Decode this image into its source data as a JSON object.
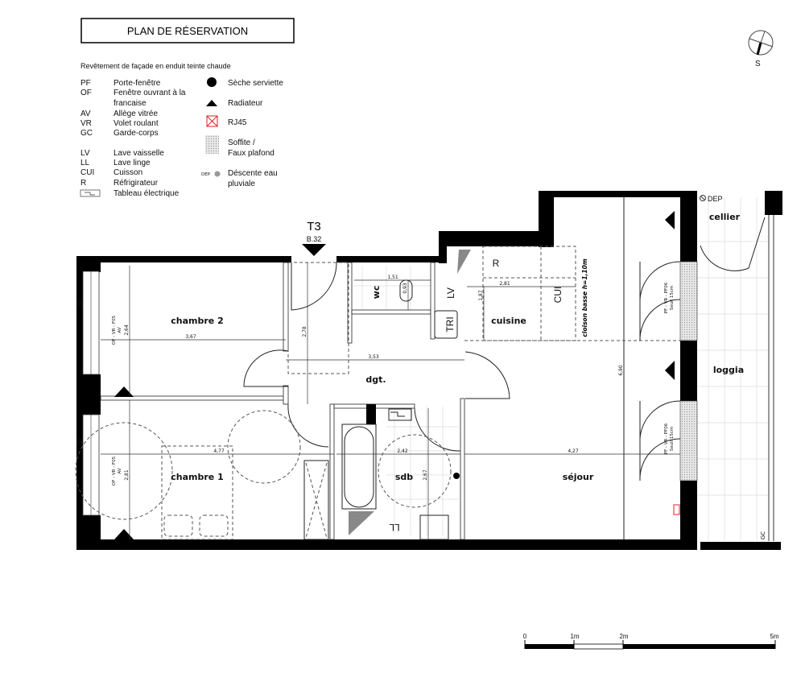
{
  "title": "PLAN DE RÉSERVATION",
  "compass": {
    "label": "S"
  },
  "legend": {
    "heading": "Revêtement de façade en enduit teinte chaude",
    "abbreviations": [
      {
        "code": "PF",
        "label": "Porte-fenêtre"
      },
      {
        "code": "OF",
        "label": "Fenêtre ouvrant à la",
        "label2": "francaise"
      },
      {
        "code": "AV",
        "label": "Allège vitrée"
      },
      {
        "code": "VR",
        "label": "Volet roulant"
      },
      {
        "code": "GC",
        "label": "Garde-corps"
      },
      {
        "code": "LV",
        "label": "Lave vaisselle"
      },
      {
        "code": "LL",
        "label": "Lave linge"
      },
      {
        "code": "CUI",
        "label": "Cuisson"
      },
      {
        "code": "R",
        "label": "Réfrigirateur"
      },
      {
        "code": "",
        "label": "Tableau électrique"
      }
    ],
    "symbols": [
      {
        "icon": "filled-circle",
        "label": "Sèche serviette"
      },
      {
        "icon": "filled-triangle",
        "label": "Radiateur"
      },
      {
        "icon": "red-crossed-box",
        "label": "RJ45",
        "color": "#e02020"
      },
      {
        "icon": "hatched-box",
        "label": "Soffite /",
        "label2": "Faux plafond"
      },
      {
        "icon": "dep-circle",
        "prefix": "DEP",
        "label": "Déscente eau",
        "label2": "pluviale"
      }
    ]
  },
  "plan": {
    "unit_type": "T3",
    "unit_number": "B.32",
    "rooms": {
      "chambre2": "chambre 2",
      "chambre1": "chambre 1",
      "dgt": "dgt.",
      "wc": "wc",
      "sdb": "sdb",
      "cuisine": "cuisine",
      "sejour": "séjour",
      "loggia": "loggia",
      "cellier": "cellier"
    },
    "equipment": {
      "r": "R",
      "lv": "LV",
      "tri": "TRI",
      "cui": "CUI",
      "ll": "LL",
      "dep": "DEP"
    },
    "partition_note": "cloison basse h=1,10m",
    "windows": {
      "of_code": "OF - VR - F05",
      "av": "AV",
      "pf_code": "PF - VR - PF06",
      "seuil": "Seuil 15cm",
      "gc": "GC"
    },
    "dimensions": {
      "ch2_width": "3,67",
      "ch2_depth": "2,64",
      "ch1_width": "4,77",
      "ch1_depth": "2,81",
      "dgt_depth": "2,78",
      "dgt_width": "3,53",
      "wc_width": "1,51",
      "wc_depth": "0,93",
      "cuisine_width": "2,81",
      "cuisine_depth": "1,87",
      "sejour_depth": "6,90",
      "sejour_width": "4,27",
      "sdb_width": "2,42",
      "sdb_depth": "2,67"
    }
  },
  "scale_bar": {
    "labels": [
      "0",
      "1m",
      "2m",
      "5m"
    ]
  }
}
